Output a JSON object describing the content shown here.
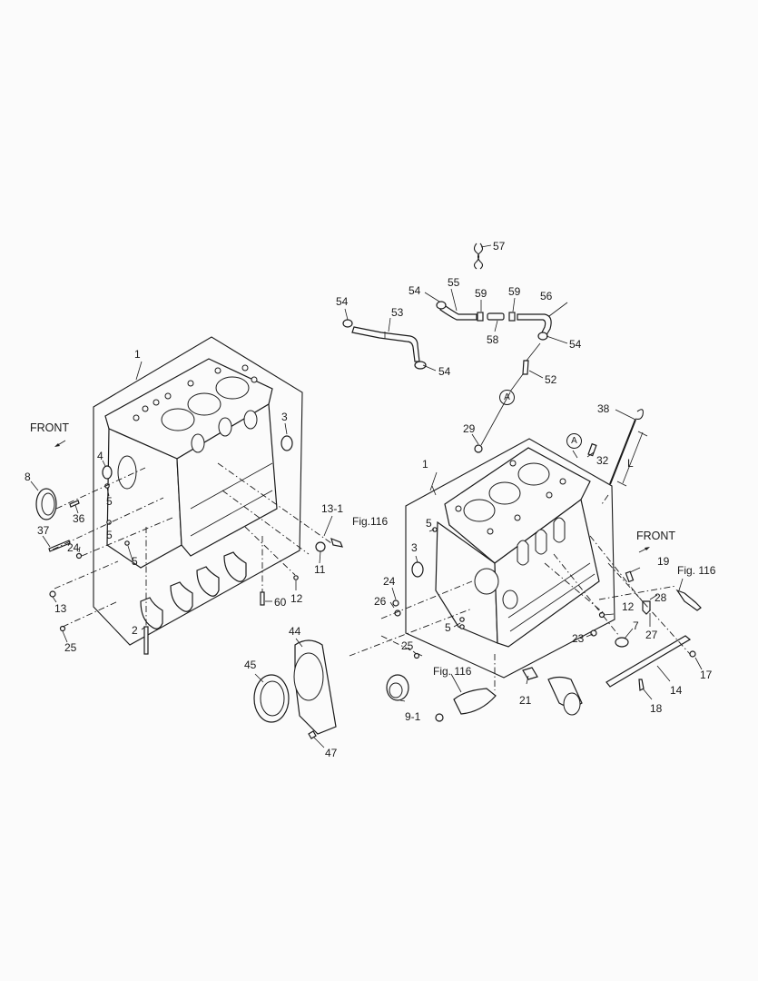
{
  "diagram": {
    "type": "exploded-parts-diagram",
    "subject": "cylinder block assembly",
    "direction_labels": [
      {
        "id": "front_left",
        "text": "FRONT"
      },
      {
        "id": "front_right",
        "text": "FRONT"
      }
    ],
    "references": [
      {
        "id": "fig_116_a",
        "text": "Fig.116"
      },
      {
        "id": "fig_116_b",
        "text": "Fig. 116"
      },
      {
        "id": "fig_116_c",
        "text": "Fig. 116"
      }
    ],
    "markers": [
      {
        "id": "A_top",
        "text": "A"
      },
      {
        "id": "A_block",
        "text": "A"
      }
    ],
    "dimension_label": "L",
    "callouts": {
      "c57": "57",
      "c54a": "54",
      "c55": "55",
      "c59a": "59",
      "c59b": "59",
      "c56": "56",
      "c54b": "54",
      "c53": "53",
      "c58": "58",
      "c54c": "54",
      "c54d": "54",
      "c52": "52",
      "c1a": "1",
      "c3a": "3",
      "c4": "4",
      "c8": "8",
      "c5a": "5",
      "c36": "36",
      "c5b": "5",
      "c37": "37",
      "c24a": "24",
      "c5c": "5",
      "c13": "13",
      "c25a": "25",
      "c2": "2",
      "c60": "60",
      "c12a": "12",
      "c11": "11",
      "c13_1": "13-1",
      "c38": "38",
      "c29": "29",
      "c32": "32",
      "c1b": "1",
      "c5d": "5",
      "c3b": "3",
      "c24b": "24",
      "c26": "26",
      "c5e": "5",
      "c25b": "25",
      "c23": "23",
      "c12b": "12",
      "c7": "7",
      "c19": "19",
      "c28": "28",
      "c27": "27",
      "c17": "17",
      "c14": "14",
      "c18": "18",
      "c21": "21",
      "c9_1": "9-1",
      "c44": "44",
      "c45": "45",
      "c47": "47"
    }
  }
}
